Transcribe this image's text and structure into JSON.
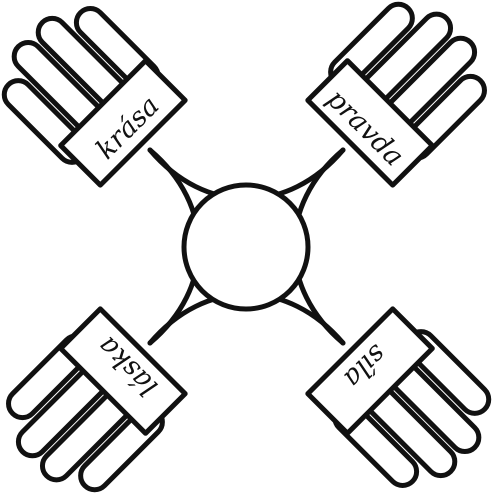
{
  "figure": {
    "ink_color": "#111111",
    "background": "#ffffff",
    "center_shape": "circle",
    "hands": [
      {
        "id": "top-left",
        "label": "krása"
      },
      {
        "id": "top-right",
        "label": "pravda"
      },
      {
        "id": "bottom-left",
        "label": "láska"
      },
      {
        "id": "bottom-right",
        "label": "síla"
      }
    ]
  }
}
